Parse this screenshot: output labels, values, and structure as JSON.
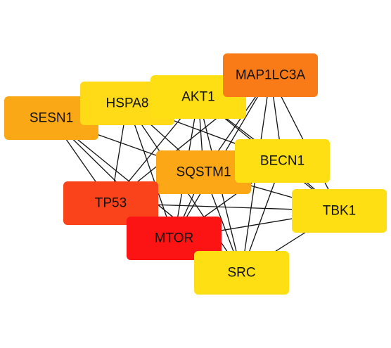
{
  "network": {
    "nodes": [
      {
        "id": "SESN1",
        "label": "SESN1",
        "color": "#FBA816"
      },
      {
        "id": "HSPA8",
        "label": "HSPA8",
        "color": "#FEDB16"
      },
      {
        "id": "AKT1",
        "label": "AKT1",
        "color": "#FEDF14"
      },
      {
        "id": "MAP1LC3A",
        "label": "MAP1LC3A",
        "color": "#F97B17"
      },
      {
        "id": "SQSTM1",
        "label": "SQSTM1",
        "color": "#FCA716"
      },
      {
        "id": "BECN1",
        "label": "BECN1",
        "color": "#FEDF14"
      },
      {
        "id": "TP53",
        "label": "TP53",
        "color": "#FA431A"
      },
      {
        "id": "TBK1",
        "label": "TBK1",
        "color": "#FEDF14"
      },
      {
        "id": "MTOR",
        "label": "MTOR",
        "color": "#FC1414"
      },
      {
        "id": "SRC",
        "label": "SRC",
        "color": "#FEDF14"
      }
    ],
    "edges": [
      [
        "SESN1",
        "TP53"
      ],
      [
        "SESN1",
        "MTOR"
      ],
      [
        "SESN1",
        "SRC"
      ],
      [
        "SESN1",
        "SQSTM1"
      ],
      [
        "HSPA8",
        "TP53"
      ],
      [
        "HSPA8",
        "MTOR"
      ],
      [
        "HSPA8",
        "SQSTM1"
      ],
      [
        "HSPA8",
        "BECN1"
      ],
      [
        "HSPA8",
        "SRC"
      ],
      [
        "AKT1",
        "TP53"
      ],
      [
        "AKT1",
        "MTOR"
      ],
      [
        "AKT1",
        "SQSTM1"
      ],
      [
        "AKT1",
        "BECN1"
      ],
      [
        "AKT1",
        "SRC"
      ],
      [
        "AKT1",
        "TBK1"
      ],
      [
        "MAP1LC3A",
        "SQSTM1"
      ],
      [
        "MAP1LC3A",
        "BECN1"
      ],
      [
        "MAP1LC3A",
        "MTOR"
      ],
      [
        "MAP1LC3A",
        "TP53"
      ],
      [
        "MAP1LC3A",
        "TBK1"
      ],
      [
        "MAP1LC3A",
        "SRC"
      ],
      [
        "SQSTM1",
        "TP53"
      ],
      [
        "SQSTM1",
        "MTOR"
      ],
      [
        "SQSTM1",
        "SRC"
      ],
      [
        "SQSTM1",
        "TBK1"
      ],
      [
        "SQSTM1",
        "BECN1"
      ],
      [
        "BECN1",
        "TP53"
      ],
      [
        "BECN1",
        "MTOR"
      ],
      [
        "BECN1",
        "SRC"
      ],
      [
        "BECN1",
        "TBK1"
      ],
      [
        "TP53",
        "MTOR"
      ],
      [
        "TP53",
        "SRC"
      ],
      [
        "TP53",
        "TBK1"
      ],
      [
        "MTOR",
        "SRC"
      ],
      [
        "MTOR",
        "TBK1"
      ],
      [
        "SRC",
        "TBK1"
      ]
    ]
  }
}
